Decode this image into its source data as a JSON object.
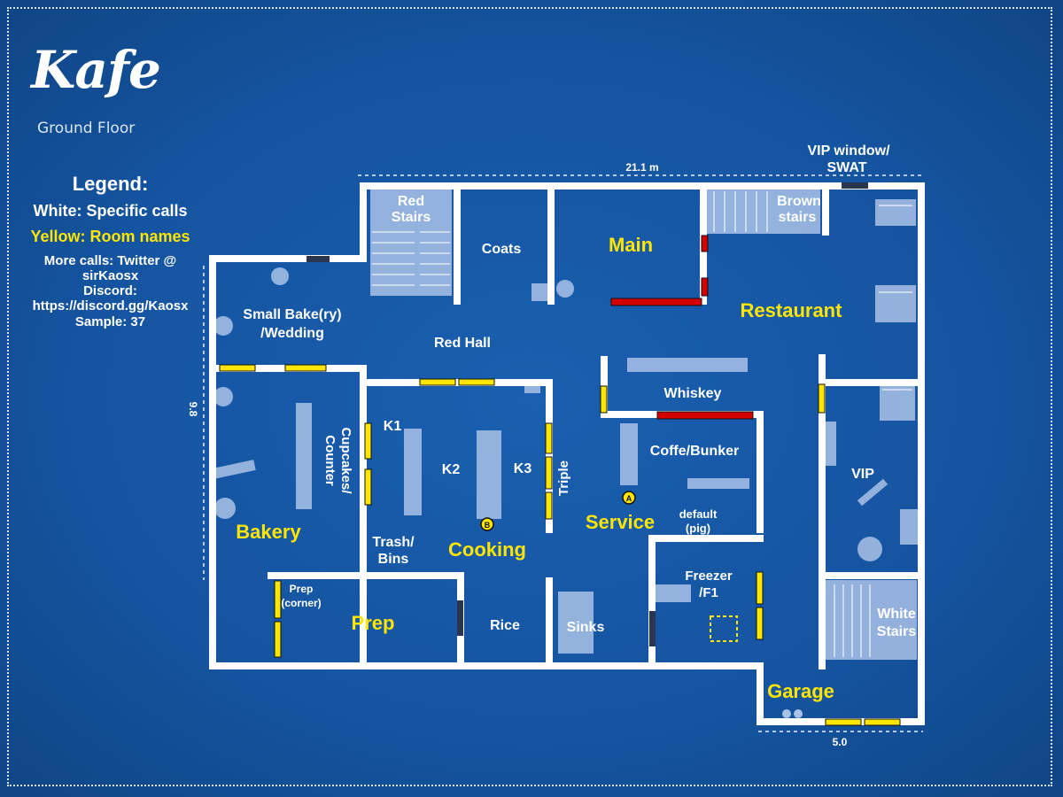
{
  "title": "Kafe",
  "subtitle": "Ground Floor",
  "legend": {
    "heading": "Legend:",
    "white": "White: Specific calls",
    "yellow": "Yellow: Room names",
    "more_calls": "More calls: Twitter @ sirKaosx",
    "discord_label": "Discord:",
    "discord_url": "https://discord.gg/Kaosx",
    "sample": "Sample: 37"
  },
  "dimensions": {
    "width": "21.1 m",
    "height": "9.8",
    "garage_width": "5.0"
  },
  "rooms_yellow": {
    "main": "Main",
    "restaurant": "Restaurant",
    "bakery": "Bakery",
    "cooking": "Cooking",
    "service": "Service",
    "prep": "Prep",
    "garage": "Garage"
  },
  "calls_white": {
    "red_stairs_1": "Red",
    "red_stairs_2": "Stairs",
    "coats": "Coats",
    "brown_stairs_1": "Brown",
    "brown_stairs_2": "stairs",
    "vip_window_1": "VIP window/",
    "vip_window_2": "SWAT",
    "small_bakery_1": "Small Bake(ry)",
    "small_bakery_2": "/Wedding",
    "red_hall": "Red Hall",
    "whiskey": "Whiskey",
    "cupcakes_1": "Cupcakes/",
    "cupcakes_2": "Counter",
    "k1": "K1",
    "k2": "K2",
    "k3": "K3",
    "triple": "Triple",
    "coffe_bunker": "Coffe/Bunker",
    "vip": "VIP",
    "default_1": "default",
    "default_2": "(pig)",
    "trash_1": "Trash/",
    "trash_2": "Bins",
    "freezer_1": "Freezer",
    "freezer_2": "/F1",
    "prep_corner_1": "Prep",
    "prep_corner_2": "(corner)",
    "rice": "Rice",
    "sinks": "Sinks",
    "white_stairs_1": "White",
    "white_stairs_2": "Stairs"
  },
  "markers": {
    "a": "A",
    "b": "B"
  },
  "colors": {
    "background": "#1554a0",
    "wall": "#ffffff",
    "furniture": "#a9c2e6",
    "window_yellow": "#ffe600",
    "window_red": "#d40000",
    "room_label": "#ffe600"
  }
}
